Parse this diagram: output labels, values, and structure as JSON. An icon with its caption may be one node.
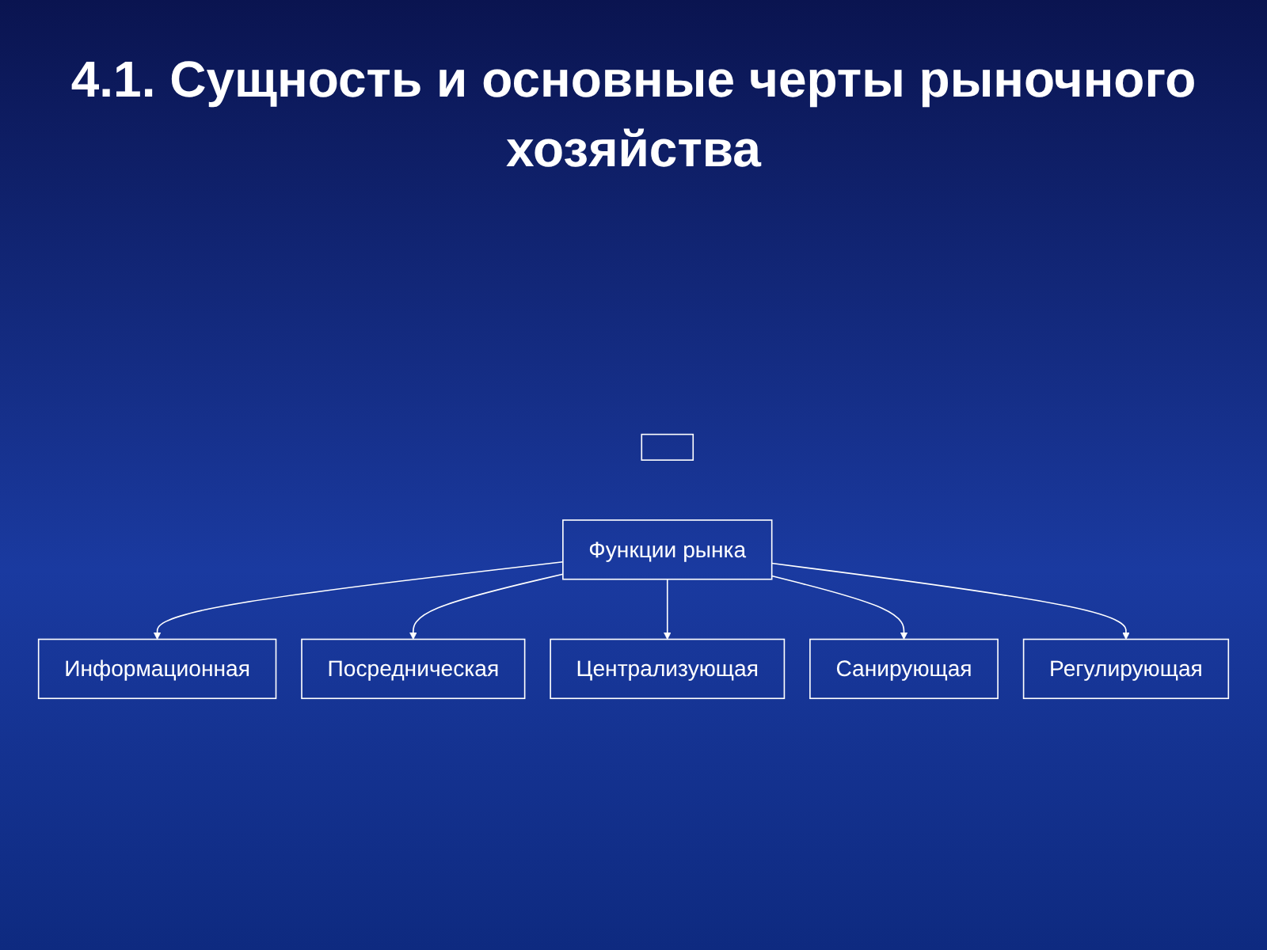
{
  "diagram": {
    "title": "4.1. Сущность и основные черты рыночного хозяйства",
    "nodes": [
      {
        "text": [
          "Информационная"
        ]
      },
      {
        "text": [],
        "shape": "box"
      },
      {
        "text": [
          "Посредническая"
        ]
      },
      {
        "text": [
          "Функции рынка"
        ]
      },
      {
        "text": [
          "Централизующая"
        ]
      },
      {
        "text": [
          "Санирующая"
        ]
      },
      {
        "text": [
          "Регулирующая"
        ]
      }
    ],
    "edges": [
      {
        "from": 3,
        "to": 0,
        "arrow": "to"
      },
      {
        "from": 3,
        "to": 2,
        "arrow": "to"
      },
      {
        "from": 3,
        "to": 4,
        "arrow": "to"
      },
      {
        "from": 3,
        "to": 5,
        "arrow": "to"
      },
      {
        "from": 3,
        "to": 6,
        "arrow": "to"
      }
    ]
  }
}
